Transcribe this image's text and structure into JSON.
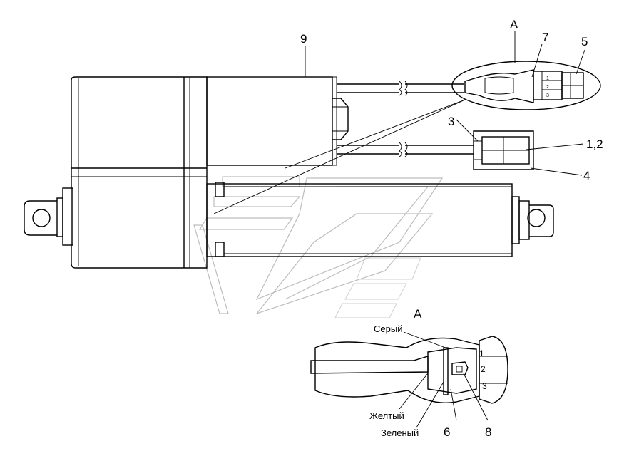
{
  "labels": {
    "n9": "9",
    "n7": "7",
    "n5": "5",
    "nA": "A",
    "n3": "3",
    "n12": "1,2",
    "n4": "4",
    "n6": "6",
    "n8": "8",
    "detailA": "A",
    "pin1": "1",
    "pin2": "2",
    "pin3": "3"
  },
  "wire_colors": {
    "grey": "Серый",
    "yellow": "Желтый",
    "green": "Зеленый"
  }
}
